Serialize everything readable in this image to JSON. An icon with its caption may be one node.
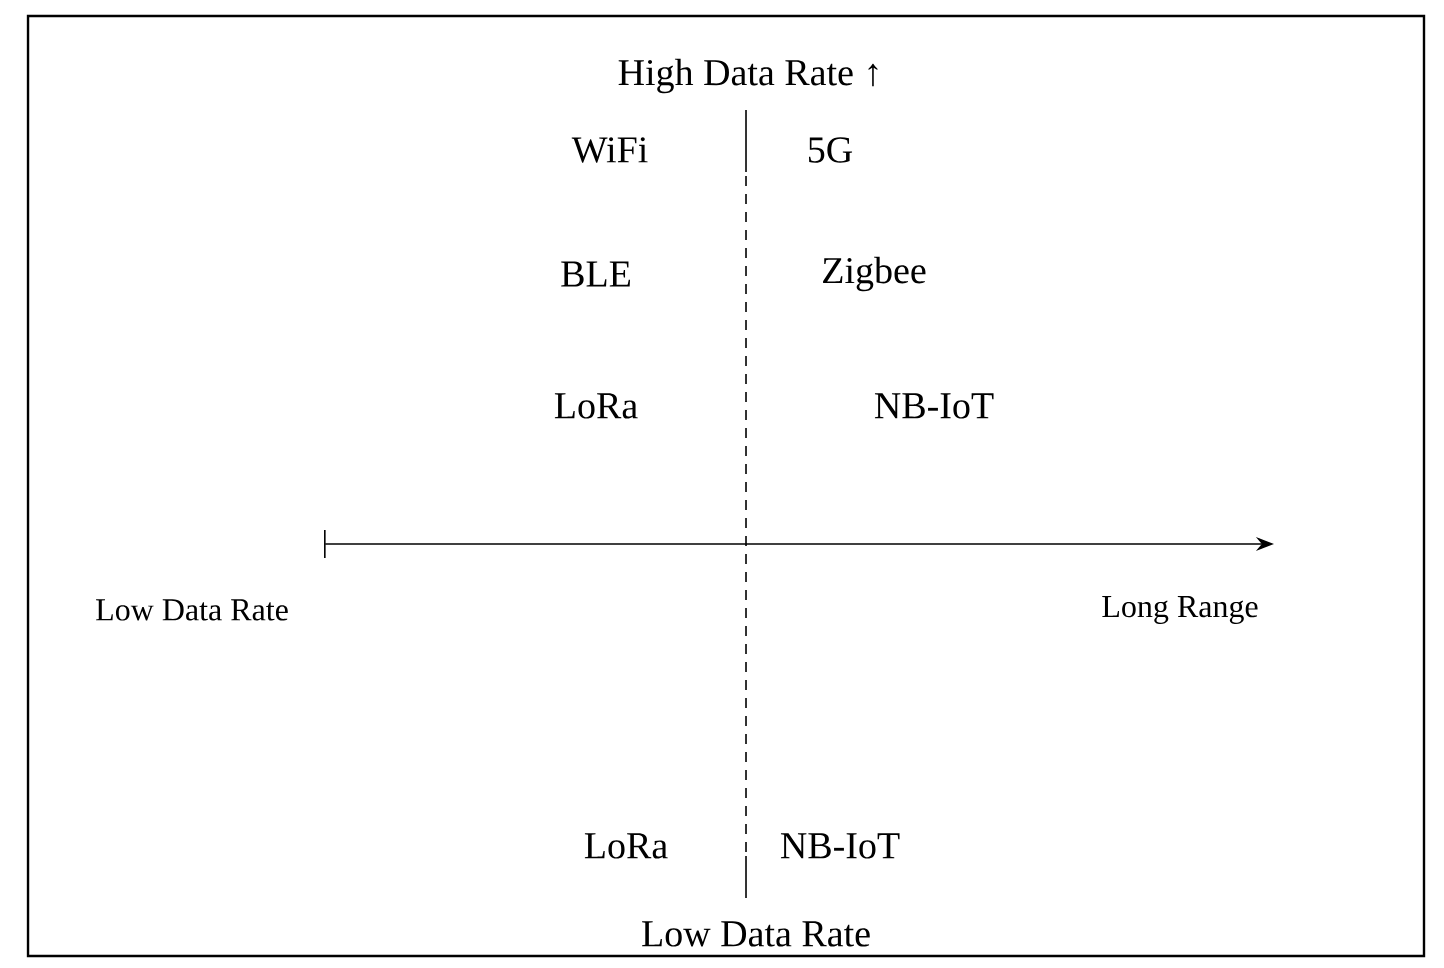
{
  "diagram": {
    "labels": [
      "High Data Rate ↑",
      "WiFi",
      "5G",
      "BLE",
      "Zigbee",
      "LoRa",
      "NB-IoT",
      "Low Data Rate",
      "Long Range",
      "LoRa",
      "NB-IoT",
      "Low Data Rate"
    ]
  }
}
